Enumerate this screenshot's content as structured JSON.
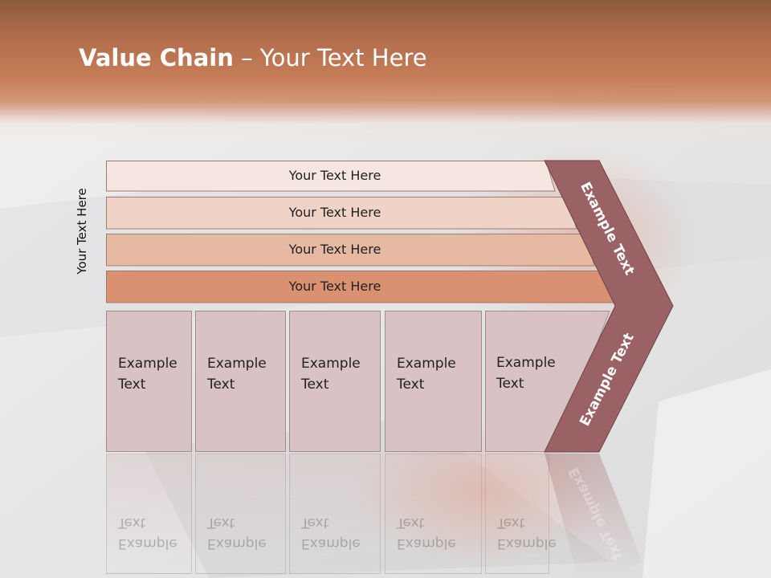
{
  "slide": {
    "title_bold": "Value Chain",
    "title_rest": " – Your Text Here",
    "vertical_label": "Your Text Here"
  },
  "bands": [
    {
      "label": "Your Text Here",
      "fill": "#f5e6e2"
    },
    {
      "label": "Your Text Here",
      "fill": "#efd3c7"
    },
    {
      "label": "Your Text Here",
      "fill": "#e6b9a2"
    },
    {
      "label": "Your Text Here",
      "fill": "#d99172"
    }
  ],
  "boxes": [
    {
      "label": "Example\nText"
    },
    {
      "label": "Example\nText"
    },
    {
      "label": "Example\nText"
    },
    {
      "label": "Example\nText"
    },
    {
      "label": "Example\nText"
    }
  ],
  "chevron": {
    "upper_text": "Example Text",
    "lower_text": "Example Text",
    "fill": "#9a6264"
  }
}
